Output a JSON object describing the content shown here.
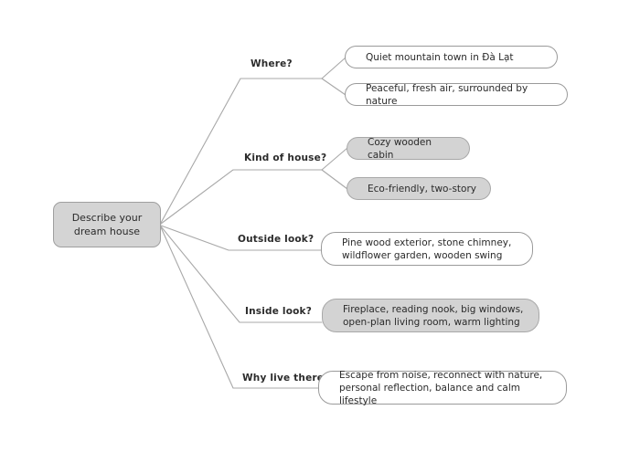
{
  "colors": {
    "line": "#a8a8a8",
    "center_fill": "#d4d4d4",
    "highlight_fill": "#d3d3d3",
    "leaf_fill": "#ffffff",
    "text": "#2a2a2a"
  },
  "center": {
    "line1": "Describe your",
    "line2": "dream house"
  },
  "branches": [
    {
      "label": "Where?",
      "leaves": [
        {
          "text": "Quiet mountain town in Đà Lạt",
          "highlighted": false
        },
        {
          "text": "Peaceful, fresh air, surrounded by nature",
          "highlighted": false
        }
      ]
    },
    {
      "label": "Kind of house?",
      "leaves": [
        {
          "text": "Cozy wooden cabin",
          "highlighted": true
        },
        {
          "text": "Eco-friendly, two-story",
          "highlighted": true
        }
      ]
    },
    {
      "label": "Outside look?",
      "leaves": [
        {
          "line1": "Pine wood exterior, stone chimney,",
          "line2": "wildflower garden, wooden swing",
          "highlighted": false
        }
      ]
    },
    {
      "label": "Inside look?",
      "leaves": [
        {
          "line1": "Fireplace, reading nook, big windows,",
          "line2": "open-plan living room, warm lighting",
          "highlighted": true
        }
      ]
    },
    {
      "label": "Why live there?",
      "leaves": [
        {
          "line1": "Escape from noise, reconnect with nature,",
          "line2": "personal reflection, balance and calm lifestyle",
          "highlighted": false
        }
      ]
    }
  ]
}
